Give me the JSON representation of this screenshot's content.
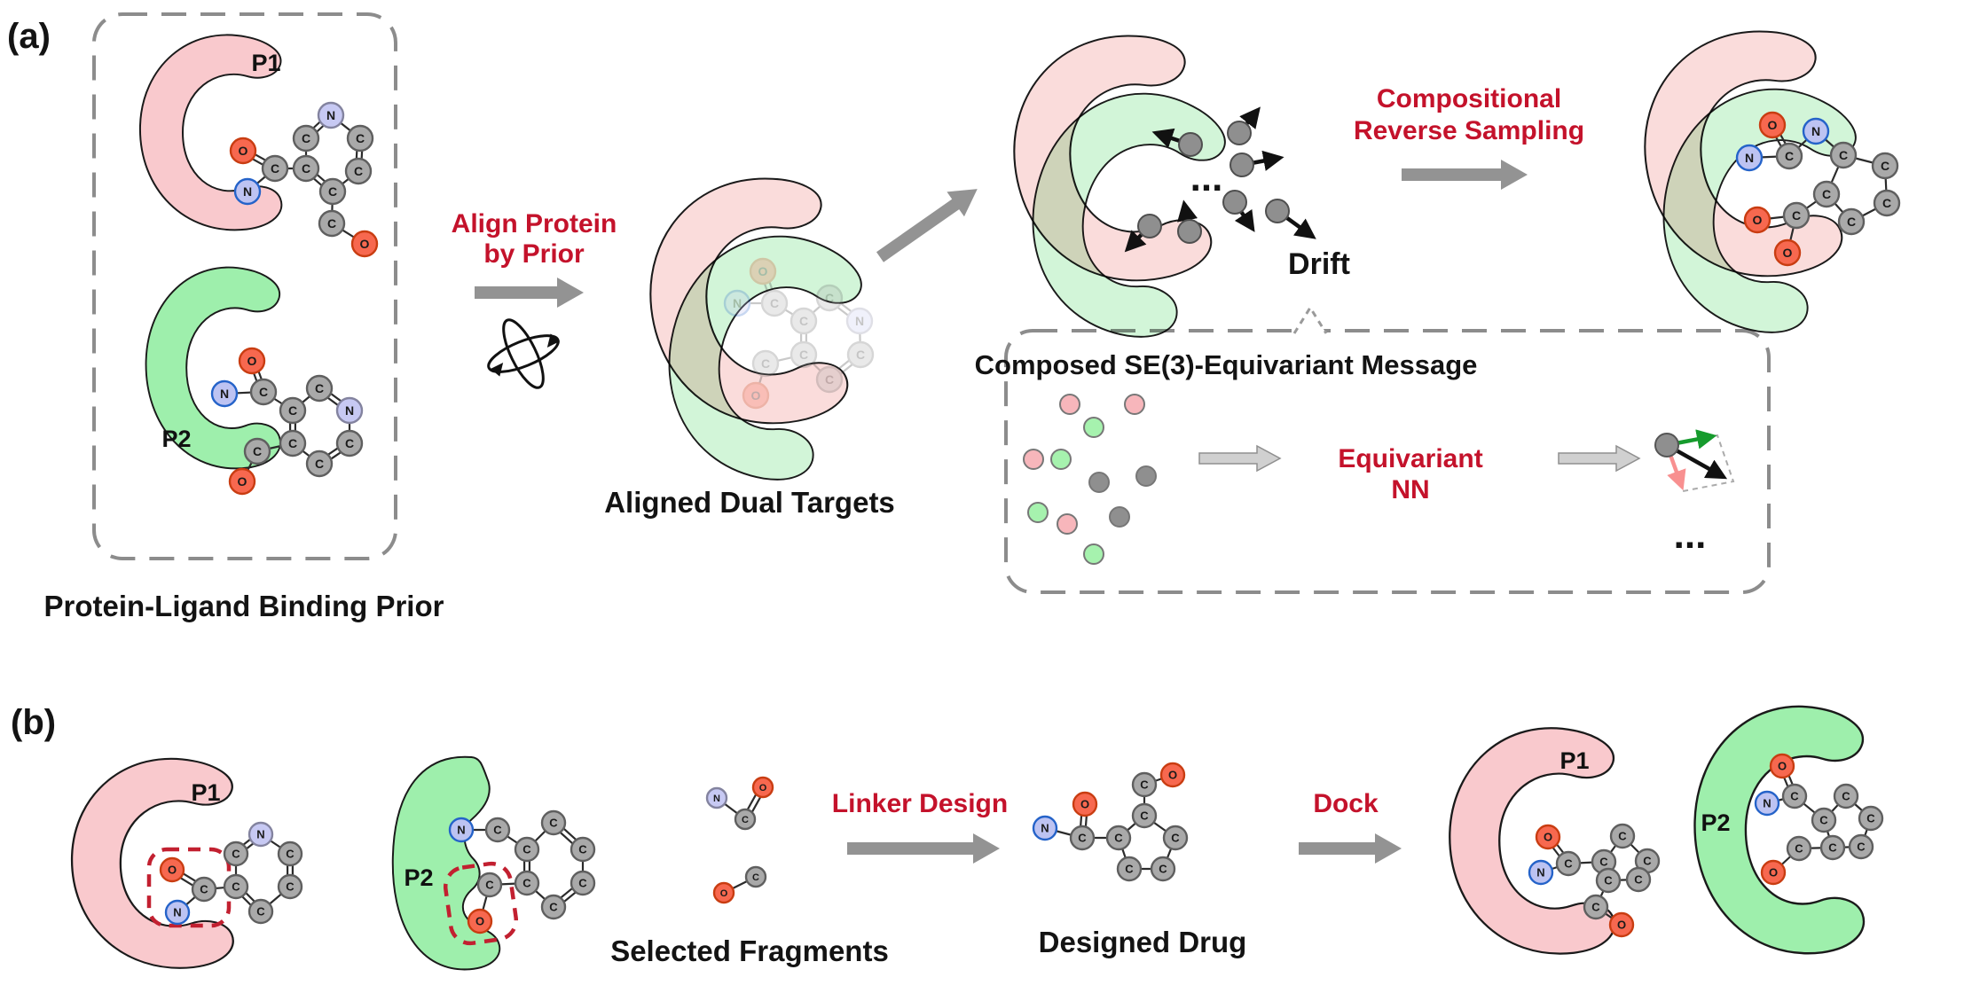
{
  "panel_a": {
    "label": "(a)",
    "prior_caption": "Protein-Ligand Binding Prior",
    "p1_label": "P1",
    "p2_label": "P2",
    "align_line1": "Align Protein",
    "align_line2": "by Prior",
    "aligned_caption": "Aligned Dual Targets",
    "drift_label": "Drift",
    "drift_ellipsis": "...",
    "reverse_line1": "Compositional",
    "reverse_line2": "Reverse Sampling",
    "se3_title": "Composed SE(3)-Equivariant Message",
    "equivariant_line1": "Equivariant",
    "equivariant_line2": "NN",
    "se3_ellipsis": "..."
  },
  "panel_b": {
    "label": "(b)",
    "p1_label": "P1",
    "p2_label": "P2",
    "p1_final_label": "P1",
    "p2_final_label": "P2",
    "selected_caption": "Selected Fragments",
    "linker_label": "Linker Design",
    "designed_caption": "Designed Drug",
    "dock_label": "Dock"
  },
  "colors": {
    "accent_red": "#C4122B",
    "protein_pink": "#F9C9CD",
    "protein_pink_light": "#FADCDB",
    "protein_green": "#9EEFAC",
    "protein_green_light": "#D2F5D8",
    "arrow_gray": "#939393",
    "arrow_light": "#D0D0D0",
    "dash_gray": "#8C8C8C",
    "dash_red": "#C22030",
    "dot_pink": "#F7B6BB",
    "dot_green": "#A6F2AE",
    "dot_gray": "#8F8F8F",
    "vec_green": "#169B2D",
    "vec_pink": "#F89090",
    "atoms": {
      "C": {
        "fill": "#A9A9A9",
        "stroke": "#5F5F5F"
      },
      "N": {
        "fill": "#BDC3F2",
        "stroke": "#2563C9"
      },
      "Nr": {
        "fill": "#C7C9F3",
        "stroke": "#83839F"
      },
      "O": {
        "fill": "#F7684F",
        "stroke": "#C93D12"
      }
    }
  },
  "molecules": {
    "a_p1": {
      "r": 14,
      "atoms": [
        [
          373,
          130,
          "Nr"
        ],
        [
          345,
          156,
          "C"
        ],
        [
          406,
          156,
          "C"
        ],
        [
          274,
          170,
          "O"
        ],
        [
          310,
          190,
          "C"
        ],
        [
          345,
          190,
          "C"
        ],
        [
          404,
          193,
          "C"
        ],
        [
          279,
          216,
          "N"
        ],
        [
          375,
          216,
          "C"
        ],
        [
          374,
          252,
          "C"
        ],
        [
          411,
          275,
          "O"
        ]
      ],
      "bonds": [
        [
          0,
          1,
          2
        ],
        [
          0,
          2,
          1
        ],
        [
          1,
          5,
          1
        ],
        [
          2,
          6,
          2
        ],
        [
          5,
          8,
          2
        ],
        [
          6,
          8,
          1
        ],
        [
          4,
          3,
          2
        ],
        [
          4,
          7,
          1
        ],
        [
          4,
          5,
          1
        ],
        [
          8,
          9,
          1
        ],
        [
          9,
          10,
          1
        ]
      ]
    },
    "a_p2": {
      "r": 14,
      "atoms": [
        [
          284,
          407,
          "O"
        ],
        [
          253,
          444,
          "N"
        ],
        [
          297,
          442,
          "C"
        ],
        [
          330,
          463,
          "C"
        ],
        [
          360,
          438,
          "C"
        ],
        [
          394,
          463,
          "Nr"
        ],
        [
          330,
          500,
          "C"
        ],
        [
          394,
          500,
          "C"
        ],
        [
          290,
          509,
          "C"
        ],
        [
          360,
          523,
          "C"
        ],
        [
          273,
          543,
          "O"
        ]
      ],
      "bonds": [
        [
          2,
          0,
          2
        ],
        [
          2,
          1,
          1
        ],
        [
          2,
          3,
          1
        ],
        [
          3,
          4,
          1
        ],
        [
          4,
          5,
          2
        ],
        [
          5,
          7,
          1
        ],
        [
          7,
          9,
          2
        ],
        [
          9,
          6,
          1
        ],
        [
          6,
          3,
          2
        ],
        [
          8,
          6,
          1
        ],
        [
          8,
          10,
          1
        ]
      ]
    },
    "a_aligned": {
      "r": 14,
      "opacity": 0.25,
      "atoms": [
        [
          860,
          306,
          "O"
        ],
        [
          831,
          342,
          "N"
        ],
        [
          873,
          342,
          "C"
        ],
        [
          906,
          362,
          "C"
        ],
        [
          935,
          336,
          "C"
        ],
        [
          969,
          362,
          "Nr"
        ],
        [
          906,
          400,
          "C"
        ],
        [
          970,
          400,
          "C"
        ],
        [
          863,
          410,
          "C"
        ],
        [
          935,
          428,
          "C"
        ],
        [
          852,
          446,
          "O"
        ]
      ],
      "bonds": [
        [
          2,
          0,
          2
        ],
        [
          2,
          1,
          1
        ],
        [
          2,
          3,
          1
        ],
        [
          3,
          4,
          1
        ],
        [
          4,
          5,
          2
        ],
        [
          5,
          7,
          1
        ],
        [
          7,
          9,
          2
        ],
        [
          9,
          6,
          1
        ],
        [
          6,
          3,
          2
        ],
        [
          8,
          6,
          1
        ],
        [
          8,
          10,
          1
        ]
      ]
    },
    "a_final": {
      "r": 14,
      "atoms": [
        [
          1998,
          141,
          "O"
        ],
        [
          2047,
          148,
          "N"
        ],
        [
          1972,
          178,
          "N"
        ],
        [
          2017,
          176,
          "C"
        ],
        [
          2078,
          175,
          "C"
        ],
        [
          2125,
          187,
          "C"
        ],
        [
          2059,
          219,
          "C"
        ],
        [
          2127,
          229,
          "C"
        ],
        [
          2025,
          243,
          "C"
        ],
        [
          1981,
          248,
          "O"
        ],
        [
          2087,
          250,
          "C"
        ],
        [
          2015,
          285,
          "O"
        ]
      ],
      "bonds": [
        [
          3,
          0,
          2
        ],
        [
          3,
          2,
          1
        ],
        [
          3,
          1,
          1
        ],
        [
          1,
          4,
          1
        ],
        [
          4,
          5,
          1
        ],
        [
          5,
          7,
          1
        ],
        [
          7,
          10,
          1
        ],
        [
          10,
          6,
          1
        ],
        [
          6,
          4,
          1
        ],
        [
          8,
          6,
          1
        ],
        [
          8,
          9,
          1
        ],
        [
          8,
          11,
          1
        ]
      ]
    },
    "b_p1": {
      "r": 13,
      "atoms": [
        [
          294,
          941,
          "Nr"
        ],
        [
          266,
          963,
          "C"
        ],
        [
          327,
          963,
          "C"
        ],
        [
          266,
          1000,
          "C"
        ],
        [
          327,
          1000,
          "C"
        ],
        [
          294,
          1028,
          "C"
        ],
        [
          194,
          981,
          "O"
        ],
        [
          230,
          1003,
          "C"
        ],
        [
          200,
          1029,
          "N"
        ]
      ],
      "bonds": [
        [
          0,
          1,
          2
        ],
        [
          0,
          2,
          1
        ],
        [
          1,
          3,
          1
        ],
        [
          2,
          4,
          2
        ],
        [
          3,
          5,
          2
        ],
        [
          4,
          5,
          1
        ],
        [
          7,
          3,
          1
        ],
        [
          7,
          6,
          2
        ],
        [
          7,
          8,
          1
        ]
      ]
    },
    "b_p2": {
      "r": 13,
      "atoms": [
        [
          520,
          936,
          "N"
        ],
        [
          561,
          936,
          "C"
        ],
        [
          594,
          958,
          "C"
        ],
        [
          624,
          928,
          "C"
        ],
        [
          657,
          958,
          "C"
        ],
        [
          594,
          996,
          "C"
        ],
        [
          657,
          996,
          "C"
        ],
        [
          624,
          1023,
          "C"
        ],
        [
          552,
          998,
          "C"
        ],
        [
          541,
          1039,
          "O"
        ]
      ],
      "bonds": [
        [
          0,
          1,
          1
        ],
        [
          1,
          2,
          1
        ],
        [
          2,
          3,
          1
        ],
        [
          3,
          4,
          2
        ],
        [
          4,
          6,
          1
        ],
        [
          6,
          7,
          2
        ],
        [
          7,
          5,
          1
        ],
        [
          5,
          2,
          2
        ],
        [
          8,
          5,
          1
        ],
        [
          8,
          9,
          1
        ]
      ]
    },
    "frag1": {
      "r": 11,
      "atoms": [
        [
          808,
          900,
          "Nr"
        ],
        [
          840,
          924,
          "C"
        ],
        [
          860,
          888,
          "O"
        ]
      ],
      "bonds": [
        [
          0,
          1,
          1
        ],
        [
          1,
          2,
          2
        ]
      ]
    },
    "frag2": {
      "r": 11,
      "atoms": [
        [
          816,
          1007,
          "O"
        ],
        [
          852,
          989,
          "C"
        ]
      ],
      "bonds": [
        [
          0,
          1,
          1
        ]
      ]
    },
    "b_drug": {
      "r": 13,
      "atoms": [
        [
          1178,
          934,
          "N"
        ],
        [
          1220,
          945,
          "C"
        ],
        [
          1223,
          907,
          "O"
        ],
        [
          1261,
          945,
          "C"
        ],
        [
          1290,
          920,
          "C"
        ],
        [
          1325,
          945,
          "C"
        ],
        [
          1273,
          980,
          "C"
        ],
        [
          1311,
          980,
          "C"
        ],
        [
          1290,
          885,
          "C"
        ],
        [
          1322,
          874,
          "O"
        ]
      ],
      "bonds": [
        [
          0,
          1,
          1
        ],
        [
          1,
          2,
          2
        ],
        [
          1,
          3,
          1
        ],
        [
          3,
          4,
          1
        ],
        [
          4,
          5,
          1
        ],
        [
          5,
          7,
          1
        ],
        [
          7,
          6,
          1
        ],
        [
          6,
          3,
          1
        ],
        [
          4,
          8,
          1
        ],
        [
          8,
          9,
          1
        ]
      ]
    },
    "b_final_p1": {
      "r": 13,
      "atoms": [
        [
          1745,
          944,
          "O"
        ],
        [
          1768,
          974,
          "C"
        ],
        [
          1737,
          984,
          "N"
        ],
        [
          1808,
          972,
          "C"
        ],
        [
          1829,
          943,
          "C"
        ],
        [
          1857,
          971,
          "C"
        ],
        [
          1813,
          993,
          "C"
        ],
        [
          1847,
          992,
          "C"
        ],
        [
          1799,
          1023,
          "C"
        ],
        [
          1828,
          1043,
          "O"
        ]
      ],
      "bonds": [
        [
          1,
          0,
          2
        ],
        [
          1,
          2,
          1
        ],
        [
          1,
          3,
          1
        ],
        [
          3,
          4,
          1
        ],
        [
          4,
          5,
          1
        ],
        [
          5,
          7,
          1
        ],
        [
          7,
          6,
          1
        ],
        [
          6,
          3,
          1
        ],
        [
          8,
          6,
          1
        ],
        [
          8,
          9,
          1
        ]
      ]
    },
    "b_final_p2": {
      "r": 13,
      "atoms": [
        [
          2009,
          864,
          "O"
        ],
        [
          1992,
          906,
          "N"
        ],
        [
          2023,
          898,
          "C"
        ],
        [
          2056,
          925,
          "C"
        ],
        [
          2081,
          898,
          "C"
        ],
        [
          2109,
          923,
          "C"
        ],
        [
          2066,
          956,
          "C"
        ],
        [
          2098,
          955,
          "C"
        ],
        [
          2028,
          957,
          "C"
        ],
        [
          1999,
          984,
          "O"
        ]
      ],
      "bonds": [
        [
          2,
          0,
          2
        ],
        [
          2,
          1,
          1
        ],
        [
          2,
          3,
          1
        ],
        [
          3,
          4,
          1
        ],
        [
          4,
          5,
          1
        ],
        [
          5,
          7,
          1
        ],
        [
          7,
          6,
          1
        ],
        [
          6,
          3,
          1
        ],
        [
          8,
          6,
          1
        ],
        [
          8,
          9,
          1
        ]
      ]
    }
  },
  "se3_dots": [
    [
      1206,
      456,
      "p"
    ],
    [
      1279,
      456,
      "p"
    ],
    [
      1233,
      482,
      "g"
    ],
    [
      1165,
      518,
      "p"
    ],
    [
      1196,
      518,
      "g"
    ],
    [
      1239,
      544,
      "k"
    ],
    [
      1292,
      537,
      "k"
    ],
    [
      1170,
      578,
      "g"
    ],
    [
      1203,
      591,
      "p"
    ],
    [
      1262,
      583,
      "k"
    ],
    [
      1233,
      625,
      "g"
    ]
  ],
  "drift_atoms": [
    [
      1342,
      163,
      1303,
      150
    ],
    [
      1397,
      150,
      1418,
      124
    ],
    [
      1400,
      186,
      1443,
      178
    ],
    [
      1392,
      228,
      1412,
      258
    ],
    [
      1440,
      238,
      1480,
      267
    ],
    [
      1296,
      255,
      1271,
      281
    ],
    [
      1341,
      261,
      1335,
      230
    ]
  ]
}
